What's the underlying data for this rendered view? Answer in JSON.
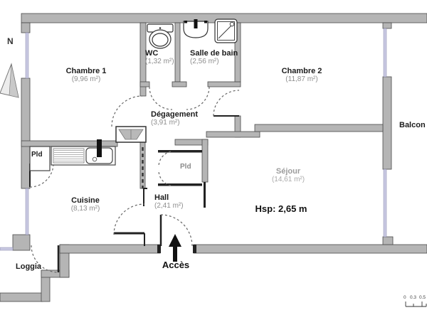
{
  "plan": {
    "compass": {
      "label": "N"
    },
    "rooms": [
      {
        "name": "Chambre 1",
        "area": "(9,96 m²)"
      },
      {
        "name": "WC",
        "area": "(1,32 m²)"
      },
      {
        "name": "Salle de bain",
        "area": "(2,56 m²)"
      },
      {
        "name": "Chambre 2",
        "area": "(11,87 m²)"
      },
      {
        "name": "Dégagement",
        "area": "(3,91 m²)"
      },
      {
        "name": "Cuisine",
        "area": "(8,13 m²)"
      },
      {
        "name": "Hall",
        "area": "(2,41 m²)"
      },
      {
        "name": "Séjour",
        "area": "(14,61 m²)"
      },
      {
        "name": "Balcon"
      },
      {
        "name": "Loggia"
      }
    ],
    "closets": [
      {
        "label": "Pld",
        "location": "cuisine"
      },
      {
        "label": "Pld",
        "location": "hall"
      }
    ],
    "ceiling_height_label": "Hsp: 2,65 m",
    "entrance_label": "Accès",
    "scale_bar": {
      "labels": [
        "0",
        "0.3",
        "0.5"
      ]
    },
    "colors": {
      "wall_fill": "#b5b5b5",
      "wall_edge": "#4a4a4a",
      "window": "#c9c9e2",
      "text": "#1c1c1c",
      "text_muted": "#8e8e8e",
      "fixture_stroke": "#333333",
      "door_arc": "#666666"
    },
    "icons": [
      "north-arrow-icon",
      "toilet-icon",
      "washbasin-icon",
      "shower-icon",
      "kitchen-sink-icon",
      "entrance-arrow-icon",
      "door-panel-icon"
    ]
  }
}
